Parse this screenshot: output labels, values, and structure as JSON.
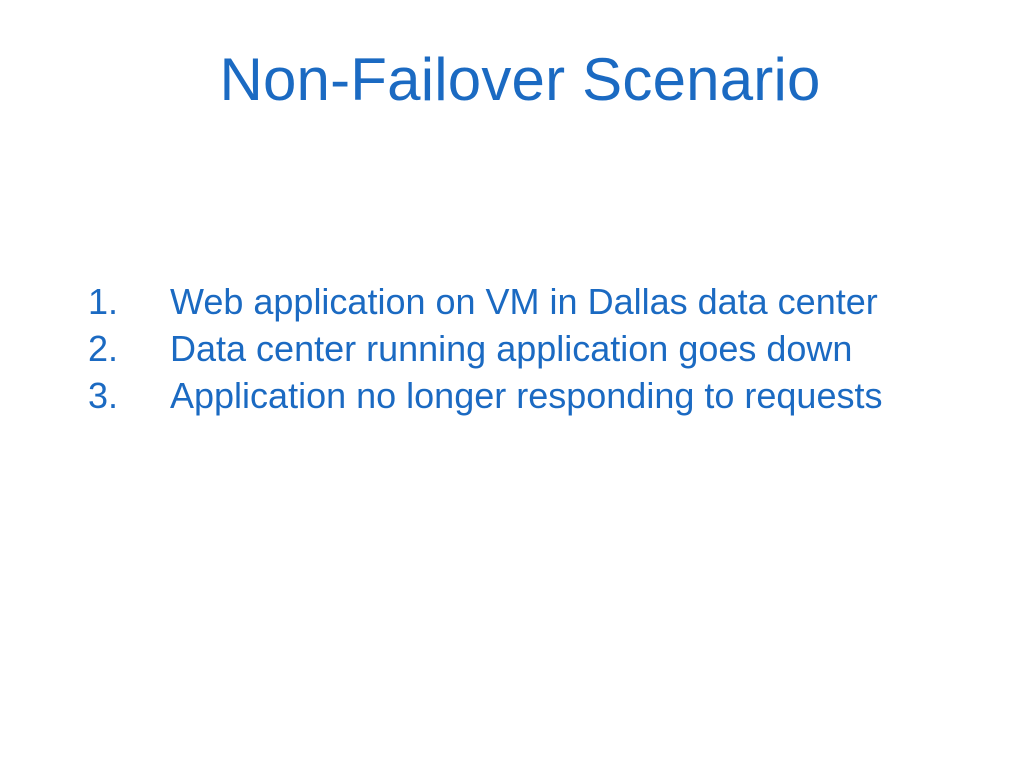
{
  "slide": {
    "title": "Non-Failover Scenario",
    "items": [
      {
        "number": "1.",
        "text": "Web application on VM in Dallas data center"
      },
      {
        "number": "2.",
        "text": "Data center running application goes down"
      },
      {
        "number": "3.",
        "text": "Application no longer responding to requests"
      }
    ]
  },
  "colors": {
    "text": "#1b6ac2",
    "background": "#ffffff"
  }
}
